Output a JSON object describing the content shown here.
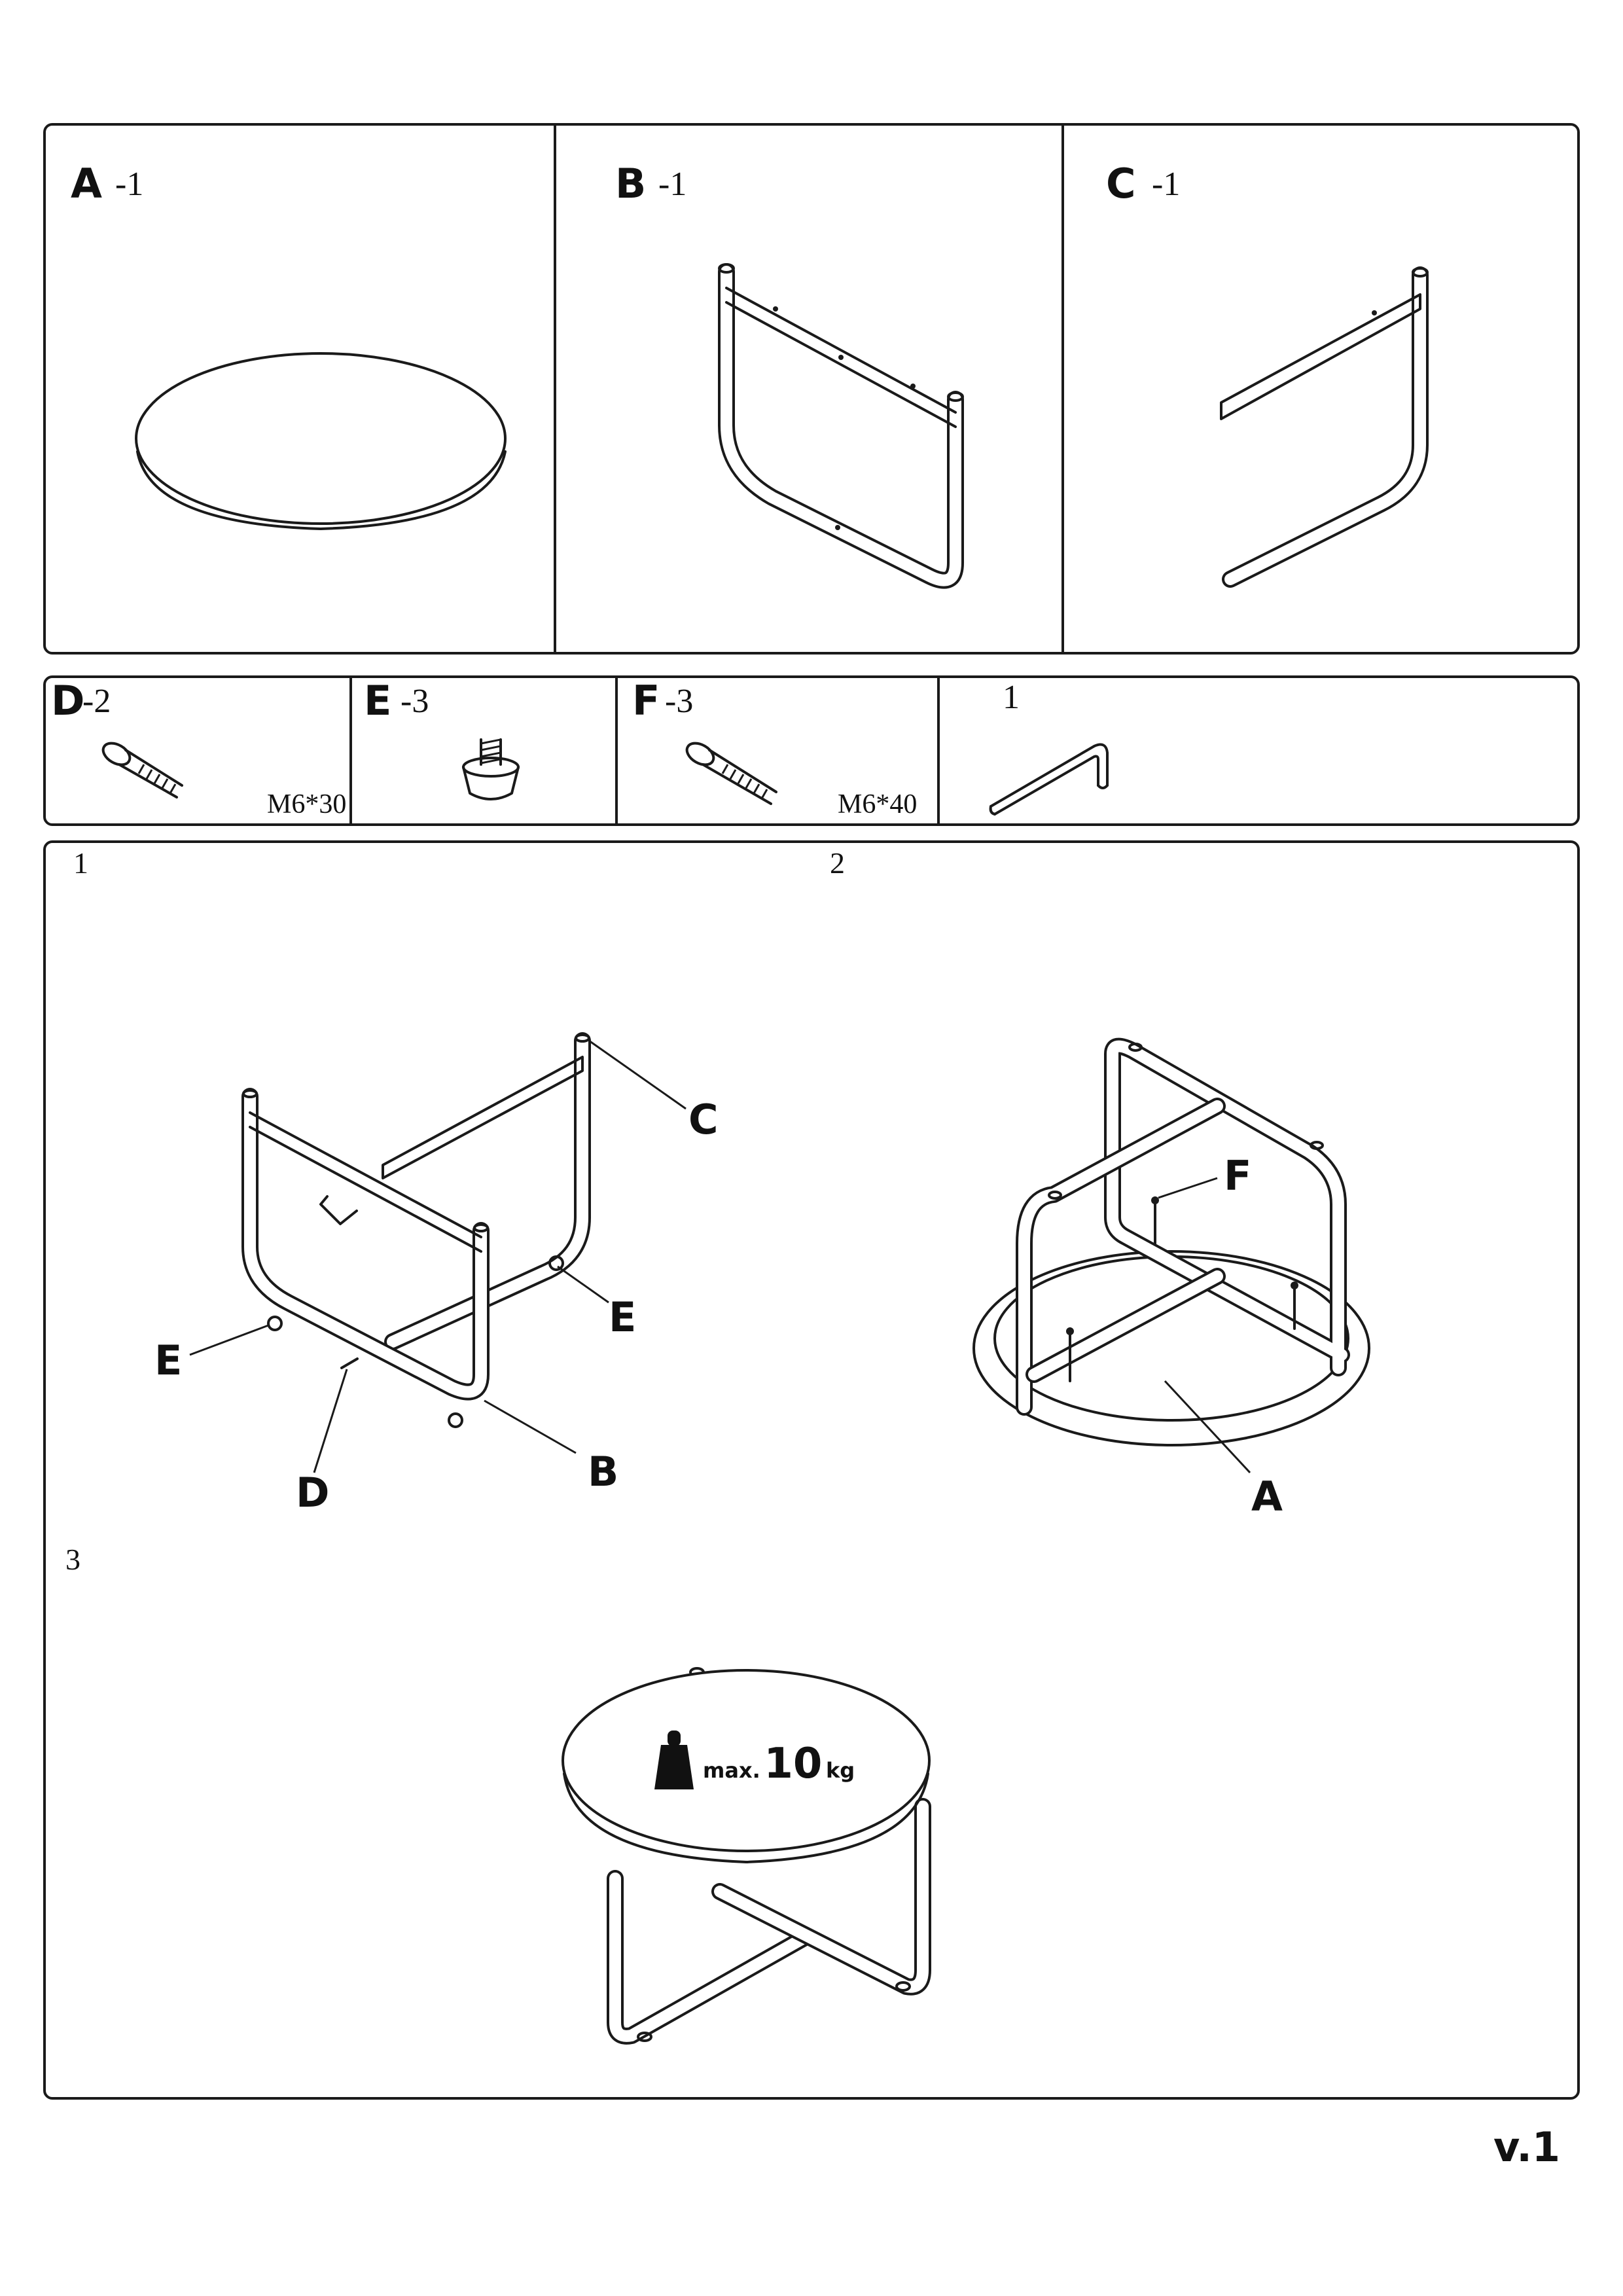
{
  "parts": [
    {
      "letter": "A",
      "qty": "-1"
    },
    {
      "letter": "B",
      "qty": "-1"
    },
    {
      "letter": "C",
      "qty": "-1"
    }
  ],
  "hardware": [
    {
      "letter": "D",
      "qty": "-2",
      "spec": "M6*30"
    },
    {
      "letter": "E",
      "qty": "-3",
      "spec": ""
    },
    {
      "letter": "F",
      "qty": "-3",
      "spec": "M6*40"
    },
    {
      "letter": "",
      "qty": "1",
      "spec": ""
    }
  ],
  "steps": {
    "step1": {
      "number": "1",
      "callouts": {
        "c": "C",
        "e_right": "E",
        "e_left": "E",
        "b": "B",
        "d": "D"
      }
    },
    "step2": {
      "number": "2",
      "callouts": {
        "f": "F",
        "a": "A"
      }
    },
    "step3": {
      "number": "3",
      "weight": {
        "prefix": "max.",
        "value": "10",
        "unit": "kg"
      }
    }
  },
  "version": "v.1"
}
